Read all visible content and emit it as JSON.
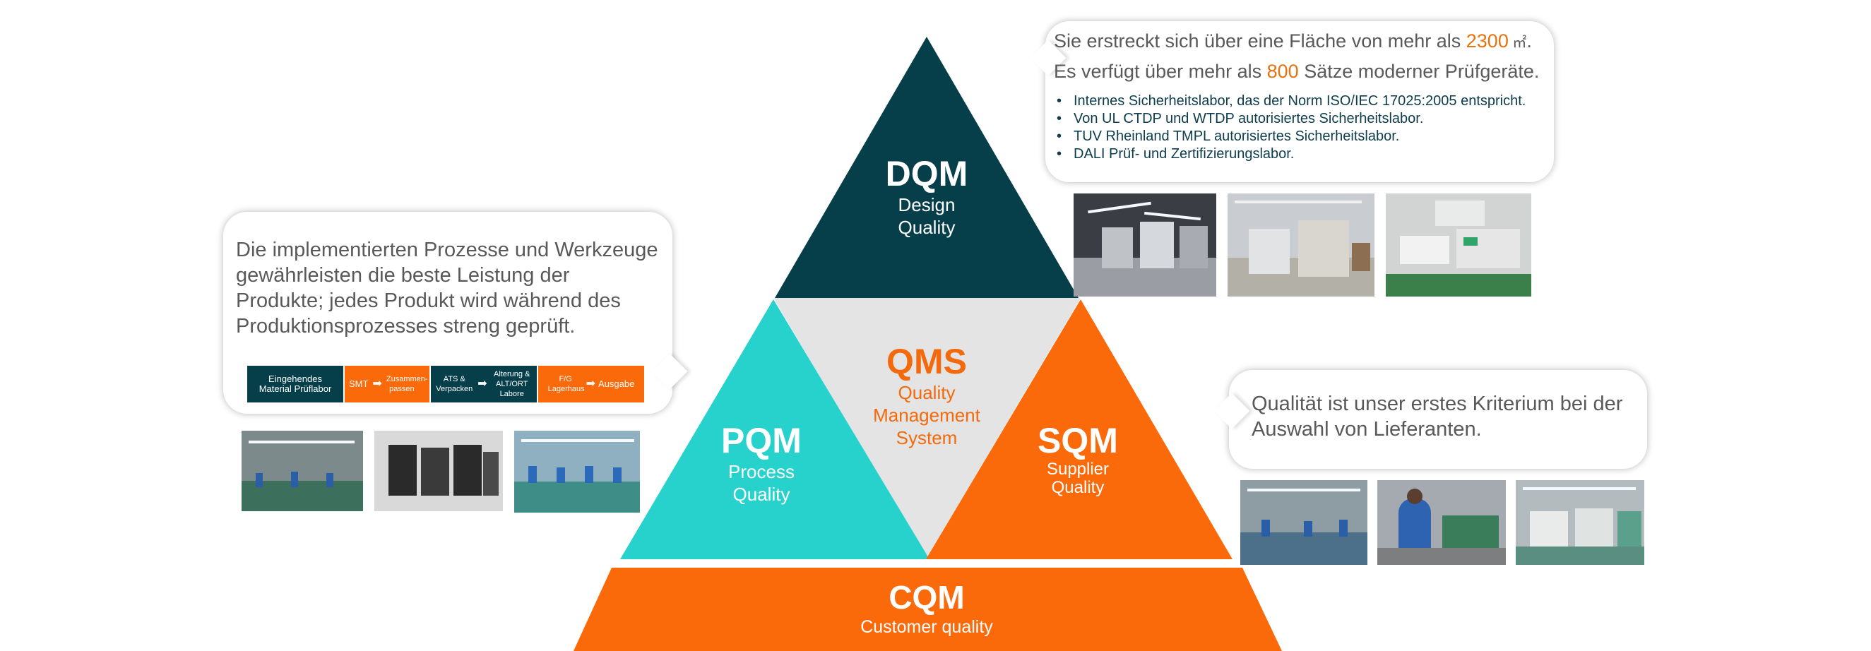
{
  "colors": {
    "dqm": "#063f4a",
    "pqm": "#27d2cd",
    "sqm": "#fb6a0a",
    "cqm": "#fb6a0a",
    "qms_bg": "#e4e4e4",
    "qms_text": "#f26a0c",
    "highlight": "#e8730e",
    "bullet_text": "#0d3c4c"
  },
  "pyramid": {
    "dqm": {
      "code": "DQM",
      "line1": "Design",
      "line2": "Quality"
    },
    "pqm": {
      "code": "PQM",
      "line1": "Process",
      "line2": "Quality"
    },
    "sqm": {
      "code": "SQM",
      "line1": "Supplier",
      "line2": "Quality"
    },
    "qms": {
      "code": "QMS",
      "line1": "Quality",
      "line2": "Management",
      "line3": "System"
    },
    "cqm": {
      "code": "CQM",
      "line1": "Customer quality"
    }
  },
  "dqm_bubble": {
    "line1_pre": "Sie erstreckt sich über eine Fläche von mehr als ",
    "line1_num": "2300",
    "line1_unit": " ㎡",
    "line1_end": ".",
    "line2_pre": "Es verfügt über mehr als ",
    "line2_num": "800",
    "line2_post": " Sätze moderner Prüfgeräte.",
    "bullets": [
      "Internes Sicherheitslabor, das der Norm ISO/IEC 17025:2005 entspricht.",
      "Von UL CTDP und WTDP autorisiertes Sicherheitslabor.",
      "TUV Rheinland TMPL autorisiertes Sicherheitslabor.",
      "DALI Prüf- und Zertifizierungslabor."
    ]
  },
  "pqm_bubble": {
    "text": "Die implementierten Prozesse und Werkzeuge gewährleisten die beste Leistung der Produkte; jedes Produkt wird während des Produktionsprozesses streng geprüft.",
    "flow": [
      {
        "label": "Eingehendes Material Prüflabor",
        "color": "#063f4a"
      },
      {
        "label": "SMT",
        "color": "#fb6a0a"
      },
      {
        "label": "Zusammen-passen",
        "color": "#fb6a0a"
      },
      {
        "label": "ATS & Verpacken",
        "color": "#063f4a"
      },
      {
        "label": "Alterung & ALT/ORT Labore",
        "color": "#063f4a"
      },
      {
        "label": "F/G Lagerhaus",
        "color": "#fb6a0a"
      },
      {
        "label": "Ausgabe",
        "color": "#fb6a0a"
      }
    ]
  },
  "sqm_bubble": {
    "text": "Qualität ist unser erstes Kriterium bei der Auswahl von Lieferanten."
  },
  "photos": {
    "dqm": [
      "lab-chambers-photo",
      "lab-equipment-photo",
      "test-instruments-photo"
    ],
    "pqm": [
      "production-line-photo",
      "aging-chambers-photo",
      "assembly-workers-photo"
    ],
    "sqm": [
      "factory-floor-photo",
      "worker-inspection-photo",
      "smt-machines-photo"
    ]
  }
}
